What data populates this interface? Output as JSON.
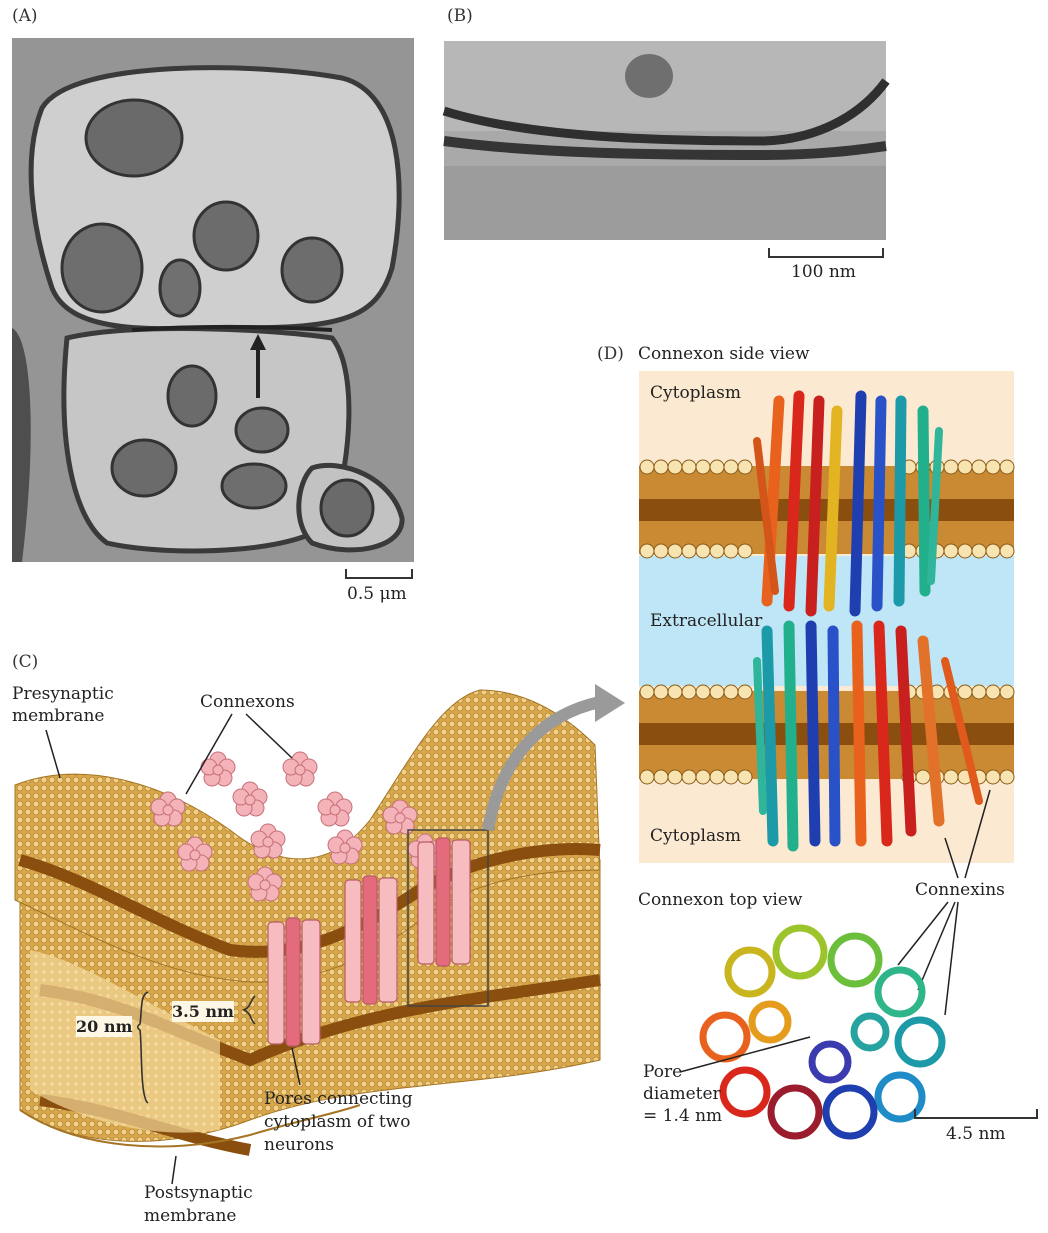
{
  "panels": {
    "a": {
      "label": "(A)",
      "scale": "0.5 μm"
    },
    "b": {
      "label": "(B)",
      "scale": "100 nm"
    },
    "c": {
      "label": "(C)",
      "presynaptic": [
        "Presynaptic",
        "membrane"
      ],
      "connexons": "Connexons",
      "gap": "3.5 nm",
      "thickness": "20 nm",
      "pores": [
        "Pores connecting",
        "cytoplasm of two",
        "neurons"
      ],
      "postsynaptic": [
        "Postsynaptic",
        "membrane"
      ]
    },
    "d": {
      "label": "(D)",
      "title": "Connexon side view",
      "cyto_top": "Cytoplasm",
      "extracellular": "Extracellular",
      "cyto_bottom": "Cytoplasm",
      "connexins": "Connexins",
      "top_view": "Connexon top view",
      "pore": [
        "Pore",
        "diameter",
        "= 1.4 nm"
      ],
      "scale": "4.5 nm"
    }
  },
  "colors": {
    "membrane_gold": "#d9a84a",
    "membrane_dark": "#8a4f0f",
    "connexon_pink": "#f4b3b8",
    "cytoplasm_bg": "#fbe9d2",
    "extracellular_bg": "#bfe6f7"
  }
}
